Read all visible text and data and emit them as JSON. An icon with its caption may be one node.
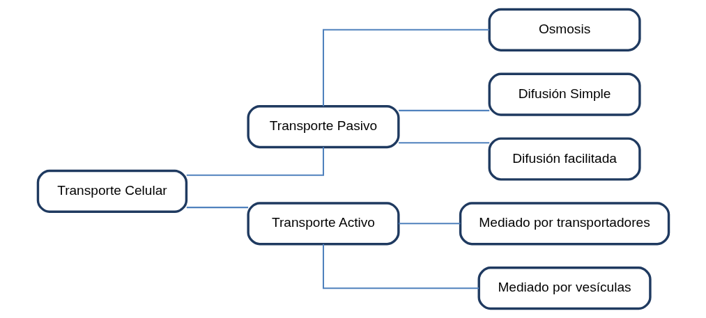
{
  "diagram": {
    "nodes": [
      {
        "text": [
          "Transporte Celular"
        ]
      },
      {
        "text": [
          "Transporte Pasivo"
        ]
      },
      {
        "text": [
          "Transporte Activo"
        ]
      },
      {
        "text": [
          "Osmosis"
        ]
      },
      {
        "text": [
          "Difusión Simple"
        ]
      },
      {
        "text": [
          "Difusión facilitada"
        ]
      },
      {
        "text": [
          "Mediado por transportadores"
        ]
      },
      {
        "text": [
          "Mediado por vesículas"
        ]
      }
    ],
    "edges": [
      {
        "from": 0,
        "to": 1,
        "arrow": "none"
      },
      {
        "from": 0,
        "to": 2,
        "arrow": "none"
      },
      {
        "from": 1,
        "to": 3,
        "arrow": "none"
      },
      {
        "from": 1,
        "to": 4,
        "arrow": "none"
      },
      {
        "from": 1,
        "to": 5,
        "arrow": "none"
      },
      {
        "from": 2,
        "to": 6,
        "arrow": "none"
      },
      {
        "from": 2,
        "to": 7,
        "arrow": "none"
      }
    ]
  }
}
